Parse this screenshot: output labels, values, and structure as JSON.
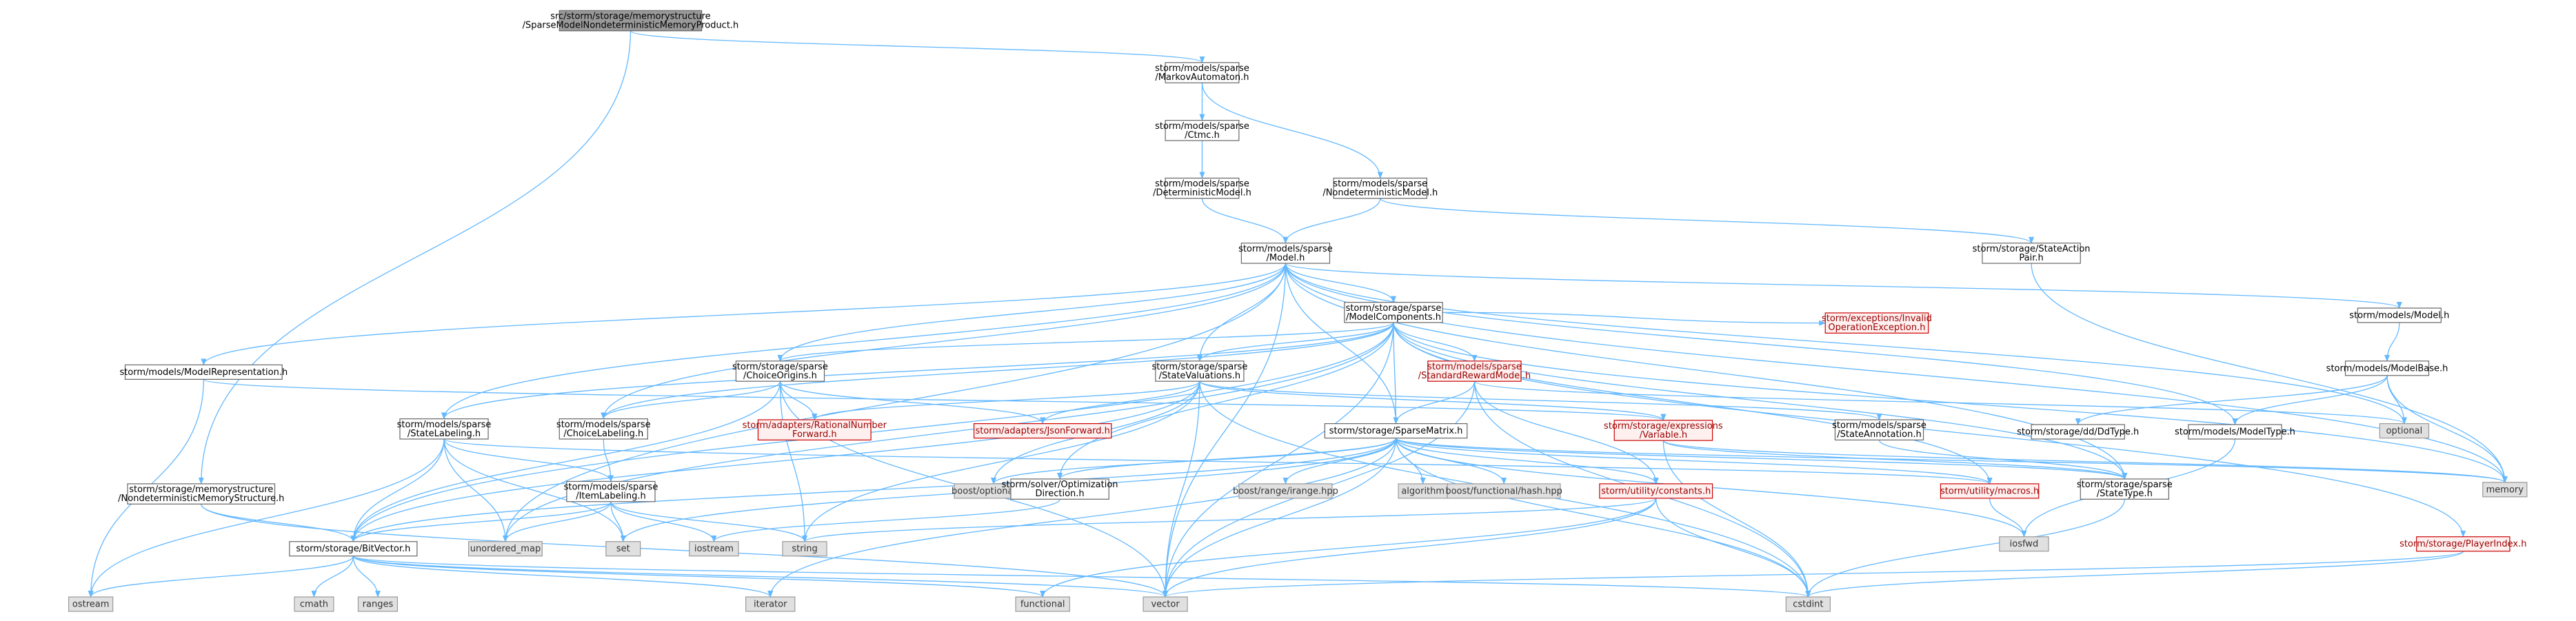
{
  "diagram": {
    "nodes": [
      {
        "id": "root",
        "kind": "root",
        "lines": [
          "src/storm/storage/memorystructure",
          "/SparseModelNondeterministicMemoryProduct.h"
        ]
      },
      {
        "id": "ma",
        "kind": "white",
        "lines": [
          "storm/models/sparse",
          "/MarkovAutomaton.h"
        ]
      },
      {
        "id": "ctmc",
        "kind": "white",
        "lines": [
          "storm/models/sparse",
          "/Ctmc.h"
        ]
      },
      {
        "id": "det",
        "kind": "white",
        "lines": [
          "storm/models/sparse",
          "/DeterministicModel.h"
        ]
      },
      {
        "id": "nondet",
        "kind": "white",
        "lines": [
          "storm/models/sparse",
          "/NondeterministicModel.h"
        ]
      },
      {
        "id": "model",
        "kind": "white",
        "lines": [
          "storm/models/sparse",
          "/Model.h"
        ]
      },
      {
        "id": "sap",
        "kind": "white",
        "lines": [
          "storm/storage/StateAction",
          "Pair.h"
        ]
      },
      {
        "id": "mc",
        "kind": "white",
        "lines": [
          "storm/storage/sparse",
          "/ModelComponents.h"
        ]
      },
      {
        "id": "modelh",
        "kind": "white",
        "lines": [
          "storm/models/Model.h"
        ]
      },
      {
        "id": "modelrep",
        "kind": "white",
        "lines": [
          "storm/models/ModelRepresentation.h"
        ]
      },
      {
        "id": "choiceorig",
        "kind": "white",
        "lines": [
          "storm/storage/sparse",
          "/ChoiceOrigins.h"
        ]
      },
      {
        "id": "stateval",
        "kind": "white",
        "lines": [
          "storm/storage/sparse",
          "/StateValuations.h"
        ]
      },
      {
        "id": "stdreward",
        "kind": "red",
        "lines": [
          "storm/models/sparse",
          "/StandardRewardModel.h"
        ]
      },
      {
        "id": "invalidop",
        "kind": "red",
        "lines": [
          "storm/exceptions/Invalid",
          "OperationException.h"
        ]
      },
      {
        "id": "modelbase",
        "kind": "white",
        "lines": [
          "storm/models/ModelBase.h"
        ]
      },
      {
        "id": "statelab",
        "kind": "white",
        "lines": [
          "storm/models/sparse",
          "/StateLabeling.h"
        ]
      },
      {
        "id": "choicelab",
        "kind": "white",
        "lines": [
          "storm/models/sparse",
          "/ChoiceLabeling.h"
        ]
      },
      {
        "id": "rational",
        "kind": "red",
        "lines": [
          "storm/adapters/RationalNumber",
          "Forward.h"
        ]
      },
      {
        "id": "jsonfwd",
        "kind": "red",
        "lines": [
          "storm/adapters/JsonForward.h"
        ]
      },
      {
        "id": "sparsematrix",
        "kind": "white",
        "lines": [
          "storm/storage/SparseMatrix.h"
        ]
      },
      {
        "id": "exprvar",
        "kind": "red",
        "lines": [
          "storm/storage/expressions",
          "/Variable.h"
        ]
      },
      {
        "id": "stateann",
        "kind": "white",
        "lines": [
          "storm/models/sparse",
          "/StateAnnotation.h"
        ]
      },
      {
        "id": "ddtype",
        "kind": "white",
        "lines": [
          "storm/storage/dd/DdType.h"
        ]
      },
      {
        "id": "modeltype",
        "kind": "white",
        "lines": [
          "storm/models/ModelType.h"
        ]
      },
      {
        "id": "optional",
        "kind": "gray",
        "lines": [
          "optional"
        ]
      },
      {
        "id": "memory",
        "kind": "gray",
        "lines": [
          "memory"
        ]
      },
      {
        "id": "ndms",
        "kind": "white",
        "lines": [
          "storm/storage/memorystructure",
          "/NondeterministicMemoryStructure.h"
        ]
      },
      {
        "id": "itemlab",
        "kind": "white",
        "lines": [
          "storm/models/sparse",
          "/ItemLabeling.h"
        ]
      },
      {
        "id": "boostopt",
        "kind": "gray",
        "lines": [
          "boost/optional.hpp"
        ]
      },
      {
        "id": "optdir",
        "kind": "white",
        "lines": [
          "storm/solver/Optimization",
          "Direction.h"
        ]
      },
      {
        "id": "irange",
        "kind": "gray",
        "lines": [
          "boost/range/irange.hpp"
        ]
      },
      {
        "id": "algorithm",
        "kind": "gray",
        "lines": [
          "algorithm"
        ]
      },
      {
        "id": "hash",
        "kind": "gray",
        "lines": [
          "boost/functional/hash.hpp"
        ]
      },
      {
        "id": "constants",
        "kind": "red",
        "lines": [
          "storm/utility/constants.h"
        ]
      },
      {
        "id": "macros",
        "kind": "red",
        "lines": [
          "storm/utility/macros.h"
        ]
      },
      {
        "id": "statetype",
        "kind": "white",
        "lines": [
          "storm/storage/sparse",
          "/StateType.h"
        ]
      },
      {
        "id": "iosfwd",
        "kind": "gray",
        "lines": [
          "iosfwd"
        ]
      },
      {
        "id": "playerindex",
        "kind": "red",
        "lines": [
          "storm/storage/PlayerIndex.h"
        ]
      },
      {
        "id": "bitvector",
        "kind": "white",
        "lines": [
          "storm/storage/BitVector.h"
        ]
      },
      {
        "id": "unordered_map",
        "kind": "gray",
        "lines": [
          "unordered_map"
        ]
      },
      {
        "id": "set",
        "kind": "gray",
        "lines": [
          "set"
        ]
      },
      {
        "id": "iostream",
        "kind": "gray",
        "lines": [
          "iostream"
        ]
      },
      {
        "id": "string",
        "kind": "gray",
        "lines": [
          "string"
        ]
      },
      {
        "id": "ostream",
        "kind": "gray",
        "lines": [
          "ostream"
        ]
      },
      {
        "id": "cmath",
        "kind": "gray",
        "lines": [
          "cmath"
        ]
      },
      {
        "id": "ranges",
        "kind": "gray",
        "lines": [
          "ranges"
        ]
      },
      {
        "id": "iterator",
        "kind": "gray",
        "lines": [
          "iterator"
        ]
      },
      {
        "id": "functional",
        "kind": "gray",
        "lines": [
          "functional"
        ]
      },
      {
        "id": "vector",
        "kind": "gray",
        "lines": [
          "vector"
        ]
      },
      {
        "id": "cstdint",
        "kind": "gray",
        "lines": [
          "cstdint"
        ]
      }
    ],
    "edges": [
      [
        "root",
        "ma"
      ],
      [
        "root",
        "ndms"
      ],
      [
        "ma",
        "ctmc"
      ],
      [
        "ma",
        "nondet"
      ],
      [
        "ctmc",
        "det"
      ],
      [
        "det",
        "model"
      ],
      [
        "nondet",
        "model"
      ],
      [
        "nondet",
        "sap"
      ],
      [
        "sap",
        "memory"
      ],
      [
        "model",
        "mc"
      ],
      [
        "model",
        "modelh"
      ],
      [
        "model",
        "modelrep"
      ],
      [
        "model",
        "choiceorig"
      ],
      [
        "model",
        "stateval"
      ],
      [
        "model",
        "sparsematrix"
      ],
      [
        "model",
        "statelab"
      ],
      [
        "model",
        "choicelab"
      ],
      [
        "model",
        "unordered_map"
      ],
      [
        "model",
        "vector"
      ],
      [
        "model",
        "optional"
      ],
      [
        "model",
        "modeltype"
      ],
      [
        "model",
        "statetype"
      ],
      [
        "model",
        "memory"
      ],
      [
        "mc",
        "choiceorig"
      ],
      [
        "mc",
        "stateval"
      ],
      [
        "mc",
        "stdreward"
      ],
      [
        "mc",
        "invalidop"
      ],
      [
        "mc",
        "statelab"
      ],
      [
        "mc",
        "choicelab"
      ],
      [
        "mc",
        "sparsematrix"
      ],
      [
        "mc",
        "bitvector"
      ],
      [
        "mc",
        "optdir"
      ],
      [
        "mc",
        "macros"
      ],
      [
        "mc",
        "playerindex"
      ],
      [
        "mc",
        "memory"
      ],
      [
        "mc",
        "statetype"
      ],
      [
        "mc",
        "unordered_map"
      ],
      [
        "mc",
        "vector"
      ],
      [
        "modelh",
        "modelbase"
      ],
      [
        "modelbase",
        "ddtype"
      ],
      [
        "modelbase",
        "modeltype"
      ],
      [
        "modelbase",
        "optional"
      ],
      [
        "modelbase",
        "memory"
      ],
      [
        "modelrep",
        "ostream"
      ],
      [
        "modelrep",
        "exprvar"
      ],
      [
        "choiceorig",
        "choicelab"
      ],
      [
        "choiceorig",
        "rational"
      ],
      [
        "choiceorig",
        "jsonfwd"
      ],
      [
        "choiceorig",
        "bitvector"
      ],
      [
        "choiceorig",
        "string"
      ],
      [
        "choiceorig",
        "vector"
      ],
      [
        "stateval",
        "rational"
      ],
      [
        "stateval",
        "jsonfwd"
      ],
      [
        "stateval",
        "exprvar"
      ],
      [
        "stateval",
        "stateann"
      ],
      [
        "stateval",
        "bitvector"
      ],
      [
        "stateval",
        "string"
      ],
      [
        "stateval",
        "cstdint"
      ],
      [
        "stateval",
        "vector"
      ],
      [
        "stateval",
        "boostopt"
      ],
      [
        "stdreward",
        "sparsematrix"
      ],
      [
        "stdreward",
        "constants"
      ],
      [
        "stdreward",
        "optional"
      ],
      [
        "stdreward",
        "cstdint"
      ],
      [
        "stdreward",
        "vector"
      ],
      [
        "statelab",
        "bitvector"
      ],
      [
        "statelab",
        "itemlab"
      ],
      [
        "statelab",
        "ostream"
      ],
      [
        "statelab",
        "set"
      ],
      [
        "statelab",
        "unordered_map"
      ],
      [
        "statelab",
        "macros"
      ],
      [
        "choicelab",
        "itemlab"
      ],
      [
        "sparsematrix",
        "bitvector"
      ],
      [
        "sparsematrix",
        "boostopt"
      ],
      [
        "sparsematrix",
        "optdir"
      ],
      [
        "sparsematrix",
        "irange"
      ],
      [
        "sparsematrix",
        "algorithm"
      ],
      [
        "sparsematrix",
        "hash"
      ],
      [
        "sparsematrix",
        "constants"
      ],
      [
        "sparsematrix",
        "macros"
      ],
      [
        "sparsematrix",
        "statetype"
      ],
      [
        "sparsematrix",
        "iterator"
      ],
      [
        "sparsematrix",
        "vector"
      ],
      [
        "sparsematrix",
        "cstdint"
      ],
      [
        "sparsematrix",
        "set"
      ],
      [
        "sparsematrix",
        "iosfwd"
      ],
      [
        "sparsematrix",
        "memory"
      ],
      [
        "exprvar",
        "statetype"
      ],
      [
        "exprvar",
        "cstdint"
      ],
      [
        "exprvar",
        "memory"
      ],
      [
        "stateann",
        "statetype"
      ],
      [
        "modeltype",
        "iosfwd"
      ],
      [
        "ndms",
        "bitvector"
      ],
      [
        "ndms",
        "vector"
      ],
      [
        "itemlab",
        "bitvector"
      ],
      [
        "itemlab",
        "set"
      ],
      [
        "itemlab",
        "string"
      ],
      [
        "itemlab",
        "unordered_map"
      ],
      [
        "itemlab",
        "iostream"
      ],
      [
        "optdir",
        "iostream"
      ],
      [
        "constants",
        "string"
      ],
      [
        "constants",
        "vector"
      ],
      [
        "constants",
        "cstdint"
      ],
      [
        "constants",
        "functional"
      ],
      [
        "macros",
        "iosfwd"
      ],
      [
        "statetype",
        "cstdint"
      ],
      [
        "playerindex",
        "cstdint"
      ],
      [
        "playerindex",
        "vector"
      ],
      [
        "bitvector",
        "ostream"
      ],
      [
        "bitvector",
        "cmath"
      ],
      [
        "bitvector",
        "ranges"
      ],
      [
        "bitvector",
        "iterator"
      ],
      [
        "bitvector",
        "functional"
      ],
      [
        "bitvector",
        "vector"
      ],
      [
        "bitvector",
        "cstdint"
      ]
    ]
  }
}
